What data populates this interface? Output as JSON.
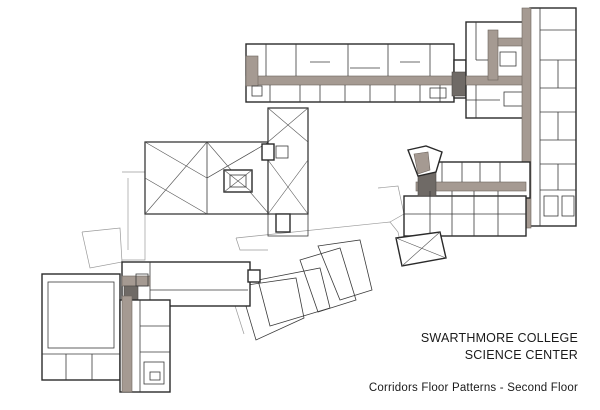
{
  "caption": {
    "line1": "SWARTHMORE COLLEGE",
    "line2": "SCIENCE CENTER",
    "line3": "Corridors Floor Patterns - Second Floor"
  },
  "colors": {
    "corridor": "#a59a92",
    "corridor_dark": "#6f6a66",
    "walls": "#2a2a2a",
    "background": "#ffffff"
  }
}
